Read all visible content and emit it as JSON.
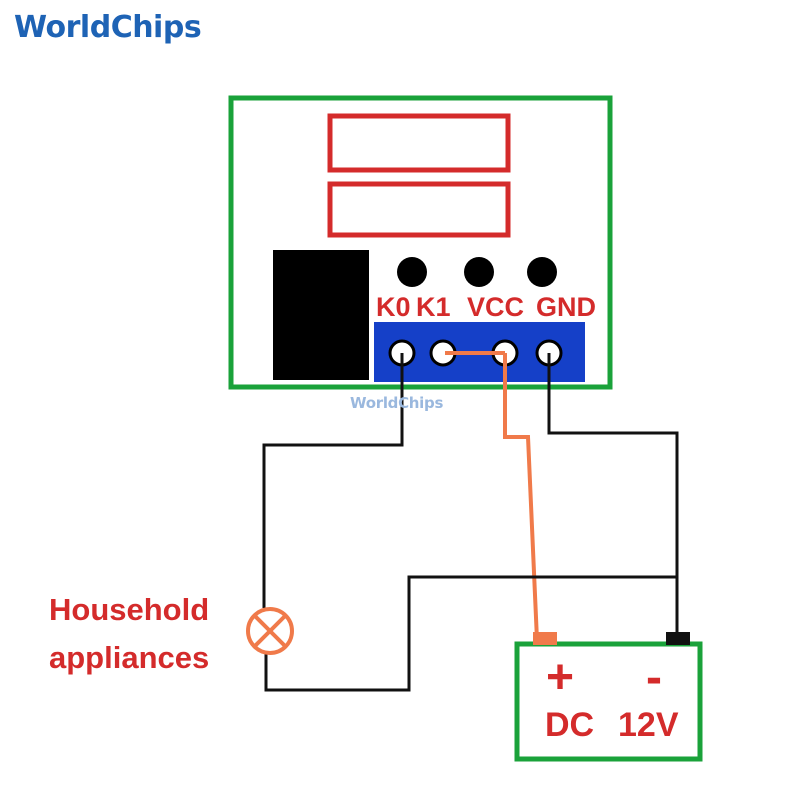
{
  "logo": {
    "part1": "World",
    "part2": "Chips"
  },
  "watermark": {
    "part1": "World",
    "part2": "Chips"
  },
  "pins": {
    "k0": "K0",
    "k1": "K1",
    "vcc": "VCC",
    "gnd": "GND"
  },
  "load": {
    "line1": "Household",
    "line2": "appliances"
  },
  "supply": {
    "plus": "+",
    "minus": "-",
    "dc": "DC",
    "volt": "12V"
  },
  "colors": {
    "board": "#1aa23a",
    "display": "#d42b2b",
    "terminal": "#1540c8",
    "wire_black": "#111111",
    "wire_vcc": "#f07a4a",
    "text_red": "#d42b2b"
  }
}
